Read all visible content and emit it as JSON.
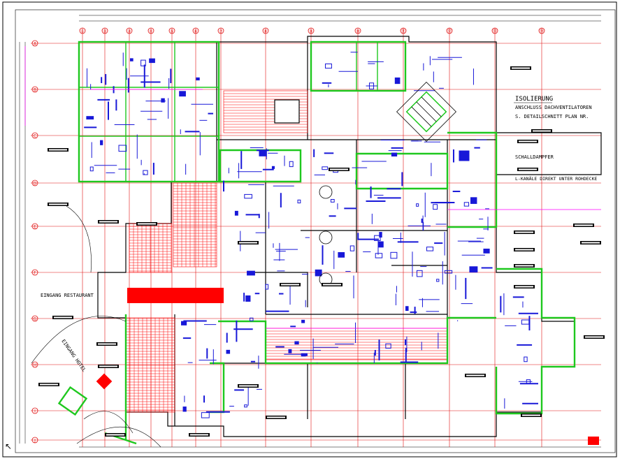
{
  "drawing": {
    "grid_numbers": [
      "①",
      "②",
      "③",
      "④",
      "⑤",
      "⑥",
      "⑦",
      "⑧",
      "⑨",
      "⑩",
      "⑪",
      "⑫",
      "⑬",
      "⑭"
    ],
    "grid_letters": [
      "A",
      "B",
      "C",
      "D",
      "E",
      "F",
      "G",
      "H",
      "I",
      "J"
    ],
    "notes": {
      "title": "ISOLIERUNG",
      "line1": "ANSCHLUSS DACHVENTILATOREN",
      "line2": "S. DETAILSCHNITT PLAN NR.",
      "line3": "SCHALLDAMPFER",
      "line4": "L-KANÄLE DIREKT UNTER ROHDECKE"
    },
    "entrance_restaurant": "EINGANG RESTAURANT",
    "entrance_hotel": "EINGANG HOTEL",
    "colors": {
      "grid": "#e01010",
      "walls": "#000000",
      "ducts": "#1818d8",
      "zones": "#1ec81e",
      "hatch": "#ff0000",
      "accent": "#ff00ff"
    }
  }
}
